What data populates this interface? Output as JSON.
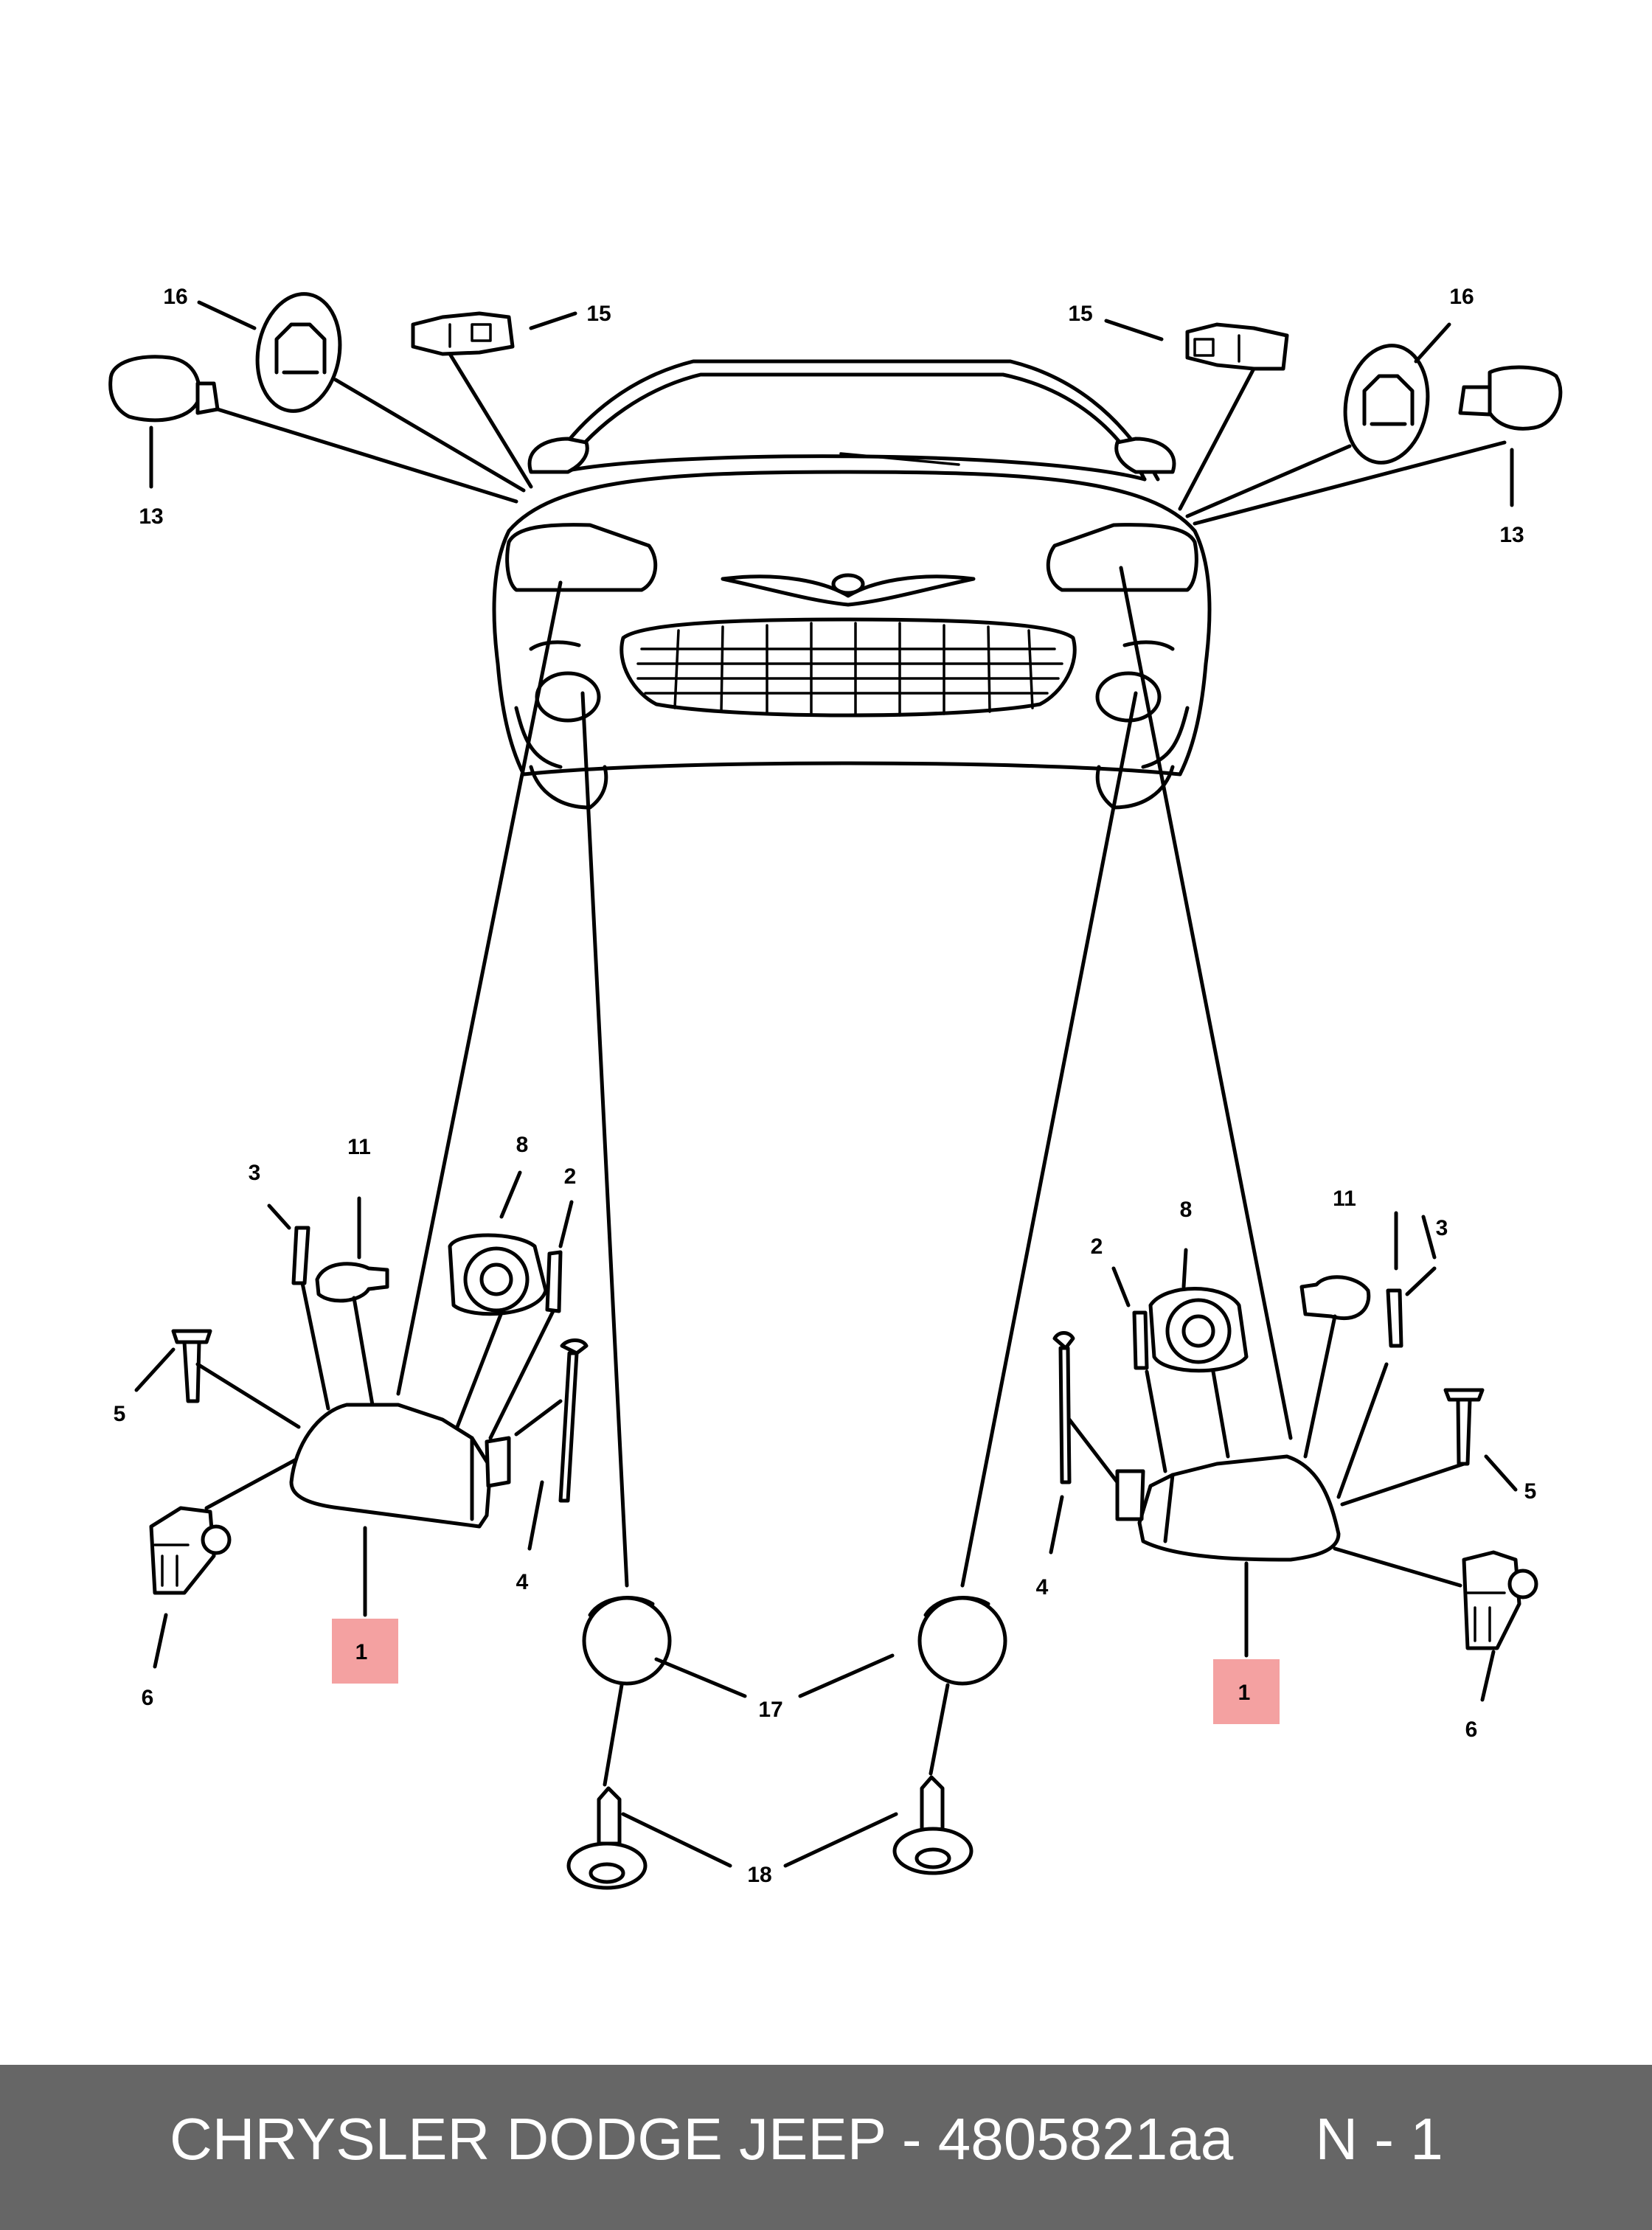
{
  "callouts": {
    "n1": "1",
    "n2": "2",
    "n3": "3",
    "n4": "4",
    "n5": "5",
    "n6": "6",
    "n8": "8",
    "n11": "11",
    "n13": "13",
    "n15": "15",
    "n16": "16",
    "n17": "17",
    "n18": "18"
  },
  "highlight_color": "#f4a1a1",
  "footer": {
    "brand": "CHRYSLER DODGE JEEP",
    "separator": "-",
    "part_number": "4805821aa",
    "page": "N - 1",
    "background": "#666666"
  }
}
